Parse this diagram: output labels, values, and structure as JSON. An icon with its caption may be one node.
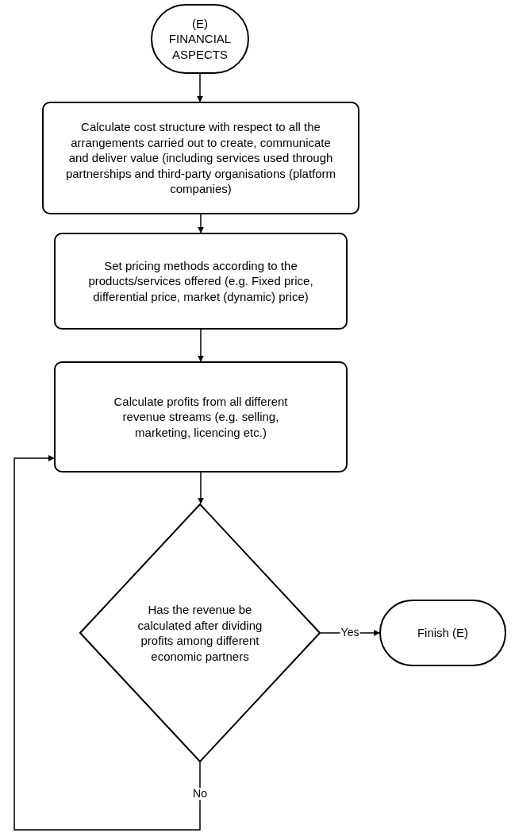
{
  "diagram": {
    "nodes": [
      {
        "text": [
          "(E) FINANCIAL ASPECTS"
        ]
      },
      {
        "text": [
          "Calculate cost structure with respect to all the arrangements carried out to create, communicate and deliver value (including services used through partnerships and third-party organisations (platform companies)"
        ]
      },
      {
        "text": [
          "Set pricing methods according to the products/services offered (e.g. Fixed price, differential price, market (dynamic) price)"
        ]
      },
      {
        "text": [
          "Calculate profits from all different revenue streams (e.g. selling, marketing, licencing etc.)"
        ]
      },
      {
        "text": [
          "Has the revenue be calculated after dividing profits among different economic partners"
        ]
      },
      {
        "text": [
          "Finish (E)"
        ]
      }
    ],
    "edges": [
      {
        "from": 0,
        "to": 1,
        "arrow": "to"
      },
      {
        "from": 1,
        "to": 2,
        "arrow": "to"
      },
      {
        "from": 2,
        "to": 3,
        "arrow": "to"
      },
      {
        "from": 3,
        "to": 4,
        "arrow": "to"
      },
      {
        "from": 4,
        "to": 5,
        "arrow": "to",
        "label": "Yes"
      },
      {
        "from": 4,
        "to": 3,
        "arrow": "to",
        "label": "No"
      }
    ]
  }
}
